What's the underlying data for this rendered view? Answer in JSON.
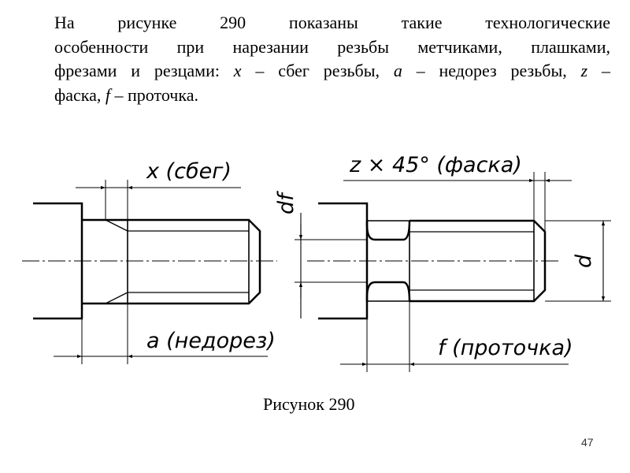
{
  "text": {
    "line1": "На рисунке 290 показаны такие технологические",
    "line2": "особенности при нарезании резьбы метчиками, плашками,",
    "line3_a": "фрезами и резцами: ",
    "line3_x": "x",
    "line3_b": " – сбег резьбы, ",
    "line3_a2": "a",
    "line3_c": " – недорез резьбы, ",
    "line3_z": "z",
    "line3_d": " –",
    "line4_a": "фаска, ",
    "line4_f": "f",
    "line4_b": " – проточка."
  },
  "figure": {
    "label_x": "x (сбег)",
    "label_a": "a (недорез)",
    "label_z": "z × 45° (фаска)",
    "label_f": "f (проточка)",
    "label_df": "df",
    "label_d": "d",
    "caption": "Рисунок 290"
  },
  "page_number": "47"
}
